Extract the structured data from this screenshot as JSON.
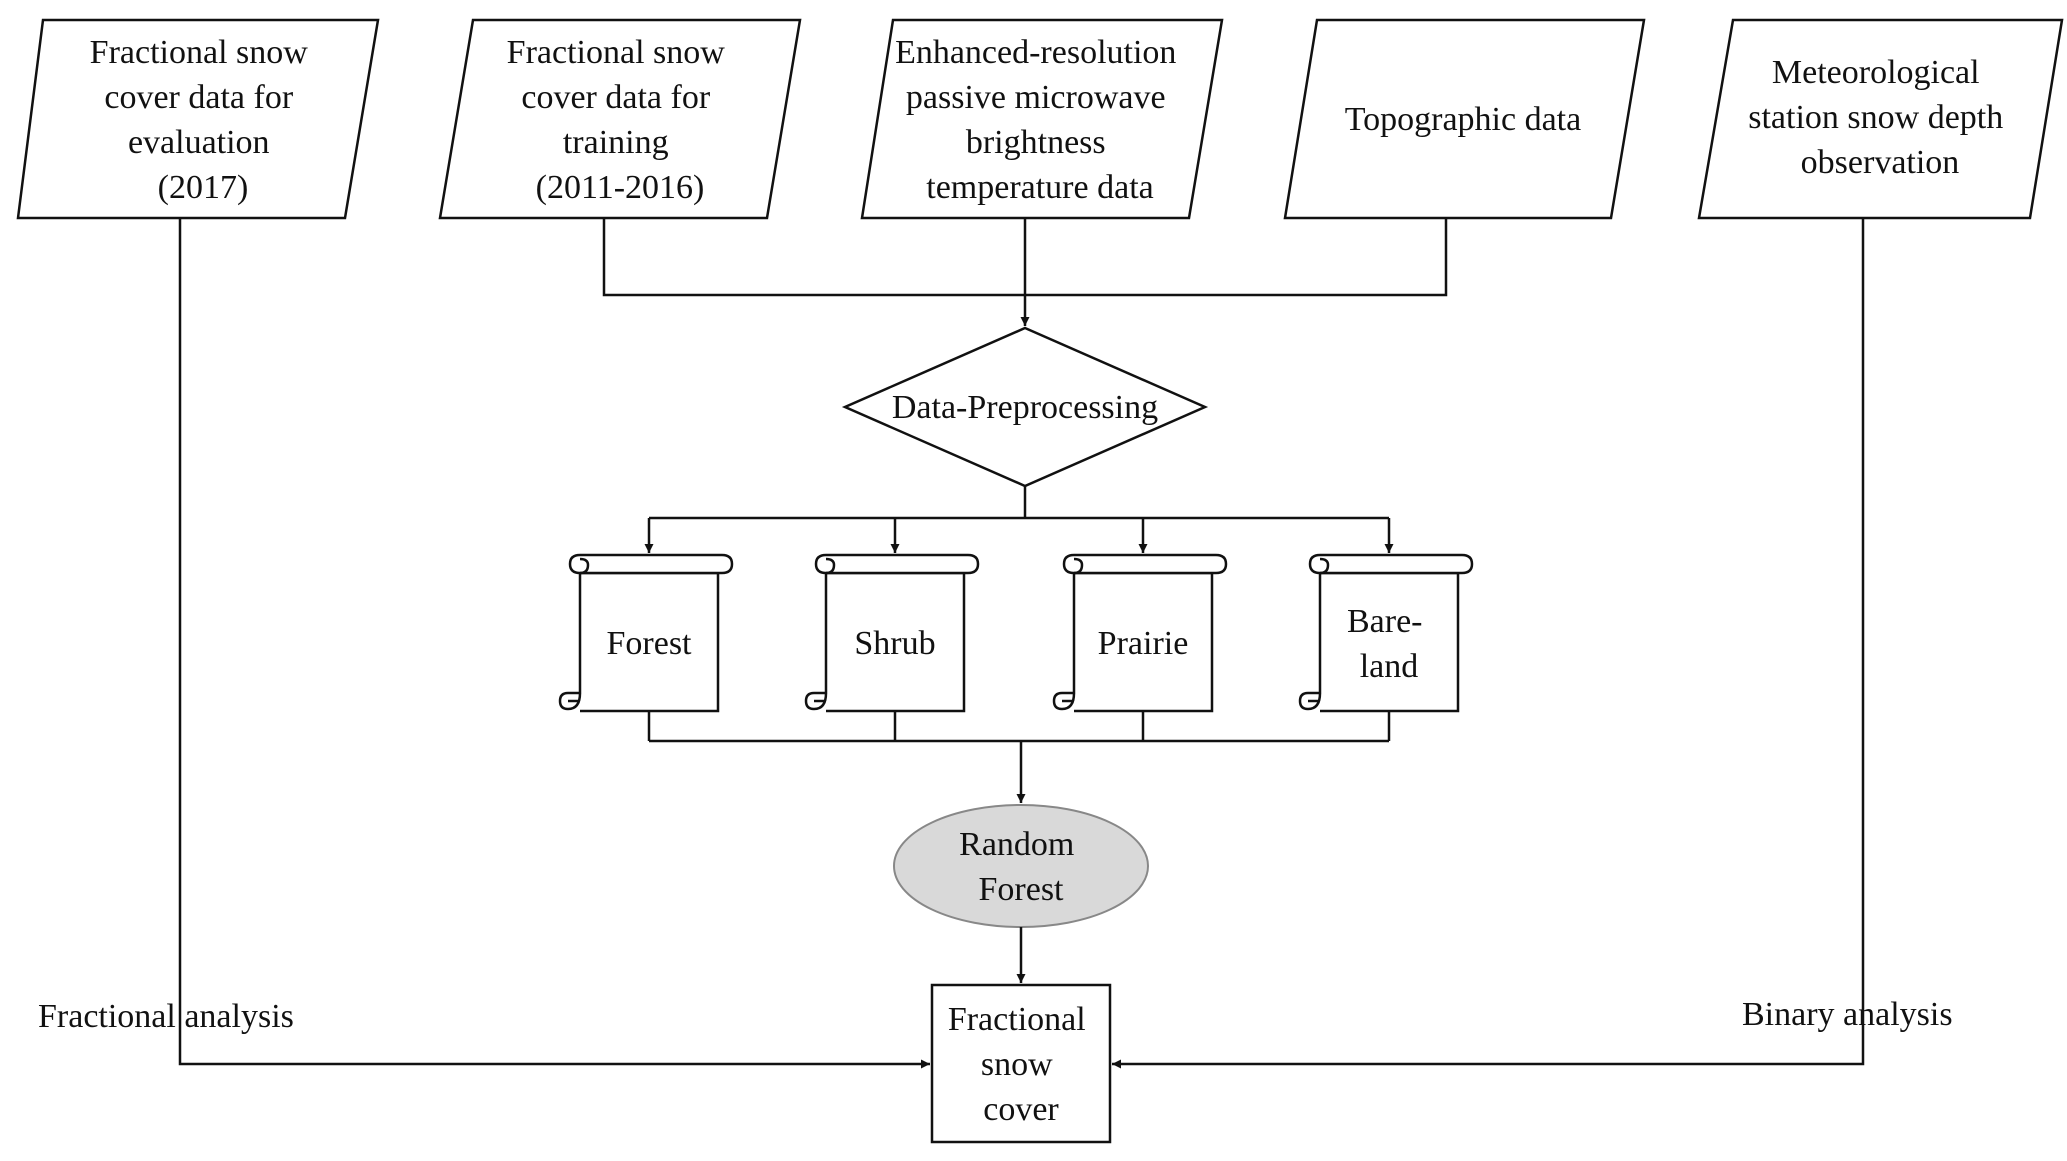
{
  "inputs": {
    "fsc_evaluation": [
      "Fractional snow",
      "cover data for",
      "evaluation",
      "(2017)"
    ],
    "fsc_training": [
      "Fractional snow",
      "cover data for",
      "training",
      "(2011-2016)"
    ],
    "passive_microwave": [
      "Enhanced-resolution",
      "passive microwave",
      "brightness",
      "temperature data"
    ],
    "topographic": [
      "Topographic data"
    ],
    "station_snow_depth": [
      "Meteorological",
      "station snow depth",
      "observation"
    ]
  },
  "preprocessing": {
    "label": "Data-Preprocessing"
  },
  "land_cover": {
    "forest": [
      "Forest"
    ],
    "shrub": [
      "Shrub"
    ],
    "prairie": [
      "Prairie"
    ],
    "bareland": [
      "Bare-",
      "land"
    ]
  },
  "model": {
    "label": [
      "Random",
      "Forest"
    ]
  },
  "output": {
    "label": [
      "Fractional",
      "snow",
      "cover"
    ]
  },
  "edges": {
    "fractional_analysis": "Fractional analysis",
    "binary_analysis": "Binary analysis"
  }
}
